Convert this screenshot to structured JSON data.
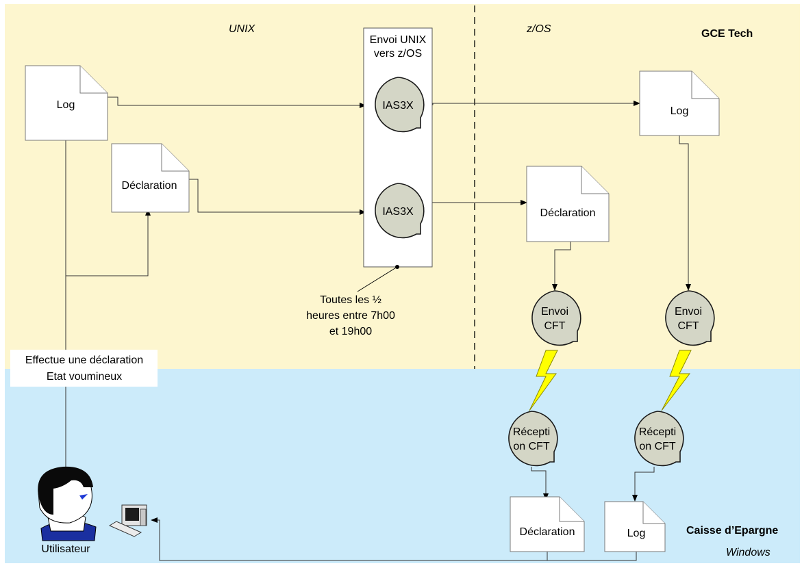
{
  "zones": {
    "top": {
      "fill": "#fdf6cf"
    },
    "bottom": {
      "fill": "#ccebfa"
    },
    "unix_label": "UNIX",
    "zos_label": "z/OS",
    "gce_label": "GCE Tech",
    "caisse_label": "Caisse d’Epargne",
    "windows_label": "Windows"
  },
  "envoi_box": {
    "line1": "Envoi UNIX",
    "line2": "vers z/OS"
  },
  "nodes": {
    "log_unix": "Log",
    "decl_unix": "Déclaration",
    "ias_1": "IAS3X",
    "ias_2": "IAS3X",
    "log_zos": "Log",
    "decl_zos": "Déclaration",
    "envoi_cft_1": {
      "line1": "Envoi",
      "line2": "CFT"
    },
    "envoi_cft_2": {
      "line1": "Envoi",
      "line2": "CFT"
    },
    "reception_cft_1": {
      "line1": "Récepti",
      "line2": "on CFT"
    },
    "reception_cft_2": {
      "line1": "Récepti",
      "line2": "on CFT"
    },
    "decl_windows": "Déclaration",
    "log_windows": "Log"
  },
  "schedule_note": {
    "line1": "Toutes les ½",
    "line2": "heures entre 7h00",
    "line3": "et 19h00"
  },
  "user_action": {
    "line1": "Effectue une déclaration",
    "line2": "Etat voumineux"
  },
  "user_label": "Utilisateur",
  "icons": [
    "person-icon",
    "computer-icon",
    "lightning-icon"
  ],
  "colors": {
    "process_fill": "#d4d6c6",
    "lightning": "#ffff00"
  }
}
